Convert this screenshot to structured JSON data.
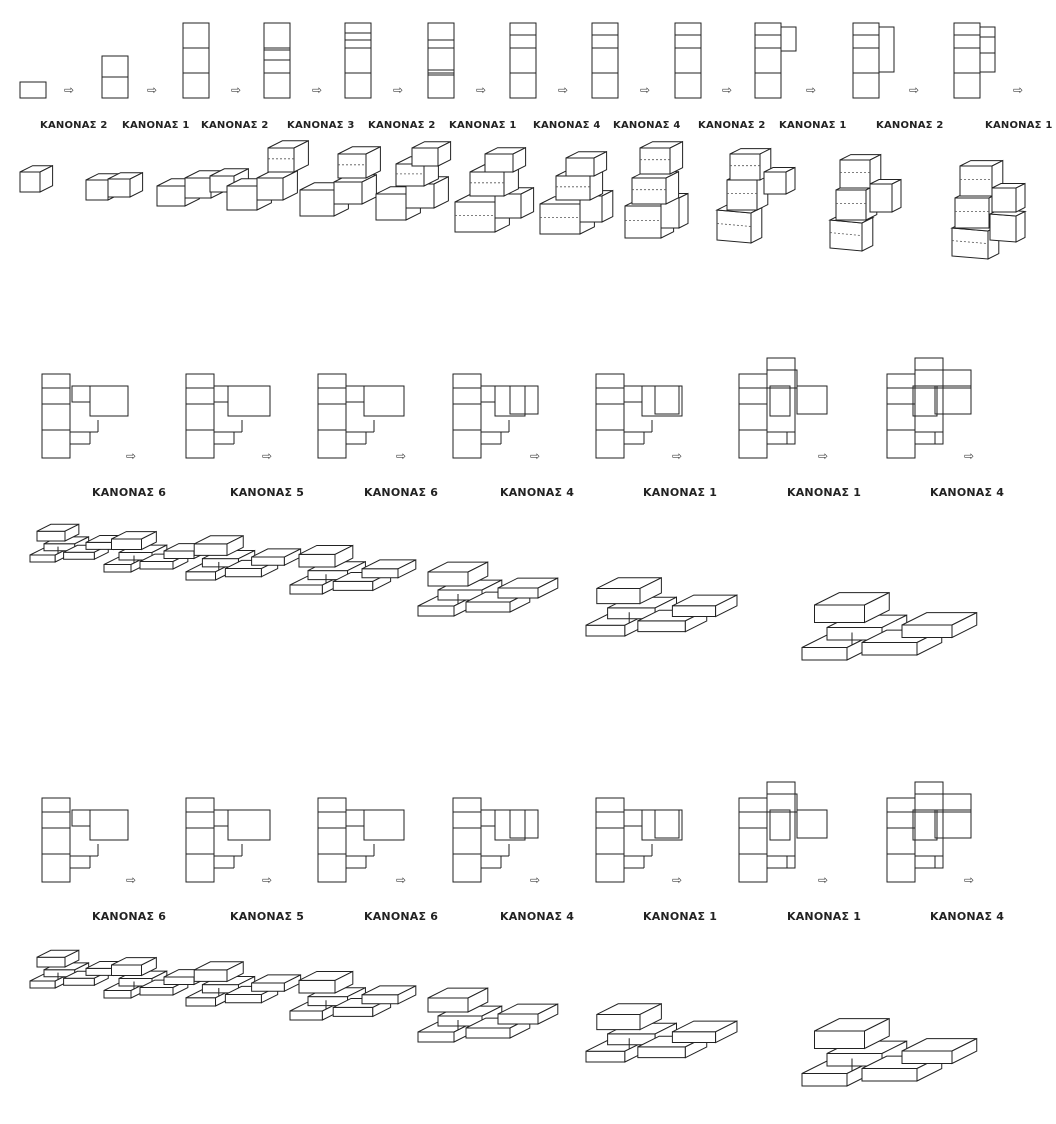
{
  "row1": {
    "labels": [
      "ΚΑΝΟΝΑΣ 2",
      "ΚΑΝΟΝΑΣ 1",
      "ΚΑΝΟΝΑΣ 2",
      "ΚΑΝΟΝΑΣ 3",
      "ΚΑΝΟΝΑΣ 2",
      "ΚΑΝΟΝΑΣ 1",
      "ΚΑΝΟΝΑΣ 4",
      "ΚΑΝΟΝΑΣ 4",
      "ΚΑΝΟΝΑΣ 2",
      "ΚΑΝΟΝΑΣ 1",
      "ΚΑΝΟΝΑΣ 2",
      "ΚΑΝΟΝΑΣ 1"
    ]
  },
  "row2": {
    "labels": [
      "ΚΑΝΟΝΑΣ 6",
      "ΚΑΝΟΝΑΣ 5",
      "ΚΑΝΟΝΑΣ 6",
      "ΚΑΝΟΝΑΣ 4",
      "ΚΑΝΟΝΑΣ 1",
      "ΚΑΝΟΝΑΣ 1",
      "ΚΑΝΟΝΑΣ 4"
    ]
  },
  "row3": {
    "labels": [
      "ΚΑΝΟΝΑΣ 6",
      "ΚΑΝΟΝΑΣ 5",
      "ΚΑΝΟΝΑΣ 6",
      "ΚΑΝΟΝΑΣ 4",
      "ΚΑΝΟΝΑΣ 1",
      "ΚΑΝΟΝΑΣ 1",
      "ΚΑΝΟΝΑΣ 4"
    ]
  },
  "arrow_glyph": "⇨",
  "colors": {
    "line": "#222222",
    "dash": "#555555",
    "background": "#ffffff"
  }
}
